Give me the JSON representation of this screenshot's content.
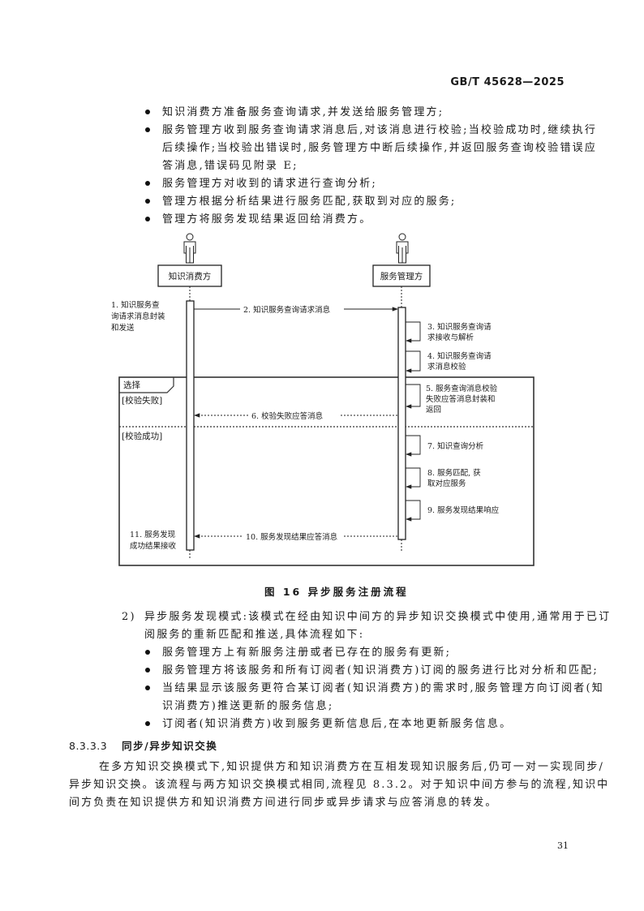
{
  "header": {
    "standard_code": "GB/T 45628—2025"
  },
  "bullets_top": [
    {
      "lines": [
        "知识消费方准备服务查询请求,并发送给服务管理方;"
      ]
    },
    {
      "lines": [
        "服务管理方收到服务查询请求消息后,对该消息进行校验;当校验成功时,继续执行",
        "后续操作;当校验出错误时,服务管理方中断后续操作,并返回服务查询校验错误应",
        "答消息,错误码见附录 E;"
      ]
    },
    {
      "lines": [
        "服务管理方对收到的请求进行查询分析;"
      ]
    },
    {
      "lines": [
        "管理方根据分析结果进行服务匹配,获取到对应的服务;"
      ]
    },
    {
      "lines": [
        "管理方将服务发现结果返回给消费方。"
      ]
    }
  ],
  "diagram": {
    "actors": [
      {
        "label": "知识消费方",
        "icon": "person-icon"
      },
      {
        "label": "服务管理方",
        "icon": "person-icon"
      }
    ],
    "notes": {
      "step1": [
        "1. 知识服务查",
        "询请求消息封装",
        "和发送"
      ],
      "step11": [
        "11. 服务发现",
        "成功结果接收"
      ]
    },
    "messages": {
      "m2": "2. 知识服务查询请求消息",
      "m6": "6. 校验失败应答消息",
      "m10": "10. 服务发现结果应答消息"
    },
    "self_steps": {
      "s3": [
        "3. 知识服务查询请",
        "求接收与解析"
      ],
      "s4": [
        "4. 知识服务查询请",
        "求消息校验"
      ],
      "s5": [
        "5. 服务查询消息校验",
        "失败应答消息封装和",
        "返回"
      ],
      "s7": [
        "7. 知识查询分析"
      ],
      "s8": [
        "8. 服务匹配, 获",
        "取对应服务"
      ],
      "s9": [
        "9. 服务发现结果响应"
      ]
    },
    "frame": {
      "label": "选择",
      "guard_fail": "[校验失败]",
      "guard_success": "[校验成功]"
    }
  },
  "figure_caption": "图 16   异步服务注册流程",
  "item2": {
    "marker": "2)",
    "lines": [
      "异步服务发现模式:该模式在经由知识中间方的异步知识交换模式中使用,通常用于已订",
      "阅服务的重新匹配和推送,具体流程如下:"
    ],
    "bullets": [
      {
        "lines": [
          "服务管理方上有新服务注册或者已存在的服务有更新;"
        ]
      },
      {
        "lines": [
          "服务管理方将该服务和所有订阅者(知识消费方)订阅的服务进行比对分析和匹配;"
        ]
      },
      {
        "lines": [
          "当结果显示该服务更符合某订阅者(知识消费方)的需求时,服务管理方向订阅者(知",
          "识消费方)推送更新的服务信息;"
        ]
      },
      {
        "lines": [
          "订阅者(知识消费方)收到服务更新信息后,在本地更新服务信息。"
        ]
      }
    ]
  },
  "section": {
    "number": "8.3.3.3",
    "title": "同步/异步知识交换",
    "paragraph": [
      "在多方知识交换模式下,知识提供方和知识消费方在互相发现知识服务后,仍可一对一实现同步/",
      "异步知识交换。该流程与两方知识交换模式相同,流程见 8.3.2。对于知识中间方参与的流程,知识中",
      "间方负责在知识提供方和知识消费方间进行同步或异步请求与应答消息的转发。"
    ]
  },
  "footer": {
    "page_number": "31"
  }
}
